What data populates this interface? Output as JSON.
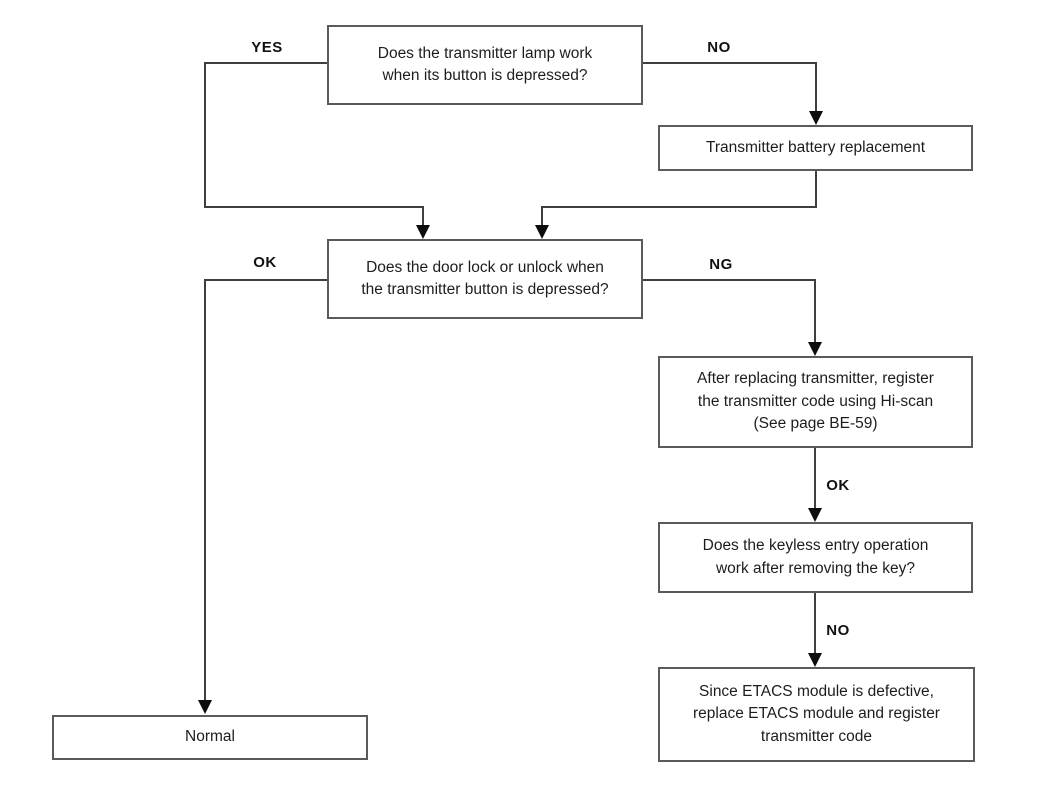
{
  "diagram": {
    "title": "Keyless entry troubleshooting flowchart",
    "nodes": {
      "q1": {
        "text": "Does the transmitter lamp work\nwhen its button is depressed?"
      },
      "battery": {
        "text": "Transmitter battery replacement"
      },
      "q2": {
        "text": "Does the door lock or unlock when\nthe transmitter button is depressed?"
      },
      "hiscan": {
        "text": "After replacing transmitter, register\nthe transmitter code using Hi-scan\n(See page BE-59)"
      },
      "keyless": {
        "text": "Does the keyless entry operation\nwork after removing the key?"
      },
      "etacs": {
        "text": "Since ETACS module is defective,\nreplace ETACS module and register\ntransmitter code"
      },
      "normal": {
        "text": "Normal"
      }
    },
    "edge_labels": {
      "yes1": "YES",
      "no1": "NO",
      "ok1": "OK",
      "ng1": "NG",
      "ok2": "OK",
      "no2": "NO"
    },
    "colors": {
      "background": "#ffffff",
      "line": "#3f3f3f",
      "box_border": "#5a5a5a",
      "text": "#1d1d1d",
      "arrowhead": "#0d0d0d"
    }
  }
}
